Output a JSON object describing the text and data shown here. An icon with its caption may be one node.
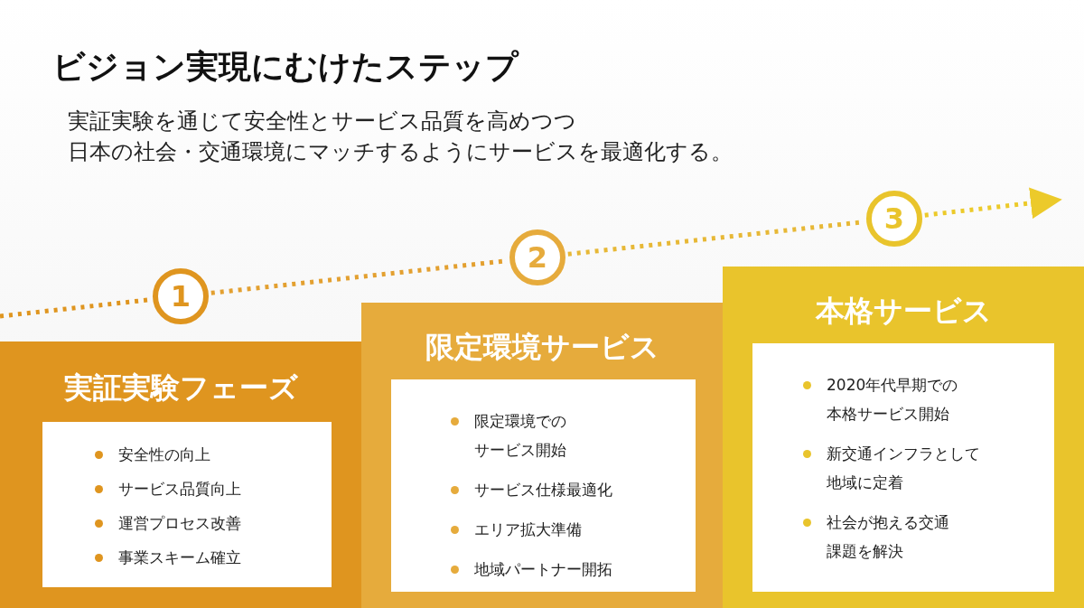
{
  "diagram": {
    "title": "ビジョン実現にむけたステップ",
    "nodes": [
      {
        "text": [
          "1"
        ]
      },
      {
        "text": [
          "2"
        ]
      },
      {
        "text": [
          "3"
        ]
      },
      {
        "text": [
          "実証実験フェーズ"
        ]
      },
      {
        "text": [
          "安全性の向上",
          "サービス品質向上",
          "運営プロセス改善",
          "事業スキーム確立"
        ],
        "in": 3
      },
      {
        "text": [
          "限定環境サービス"
        ]
      },
      {
        "text": [
          "限定環境でのサービス開始",
          "サービス仕様最適化",
          "エリア拡大準備",
          "地域パートナー開拓"
        ],
        "in": 5
      },
      {
        "text": [
          "本格サービス"
        ]
      },
      {
        "text": [
          "2020年代早期での本格サービス開始",
          "新交通インフラとして地域に定着",
          "社会が抱える交通課題を解決"
        ],
        "in": 7
      }
    ],
    "edges": [
      {
        "from": null,
        "to": 0,
        "arrow": "none"
      },
      {
        "from": 0,
        "to": 1,
        "arrow": "none"
      },
      {
        "from": 1,
        "to": 2,
        "arrow": "none"
      },
      {
        "from": 2,
        "to": null,
        "arrow": "to"
      }
    ],
    "labels": [
      "実証実験を通じて安全性とサービス品質を高めつつ",
      "日本の社会・交通環境にマッチするようにサービスを最適化する。"
    ]
  }
}
